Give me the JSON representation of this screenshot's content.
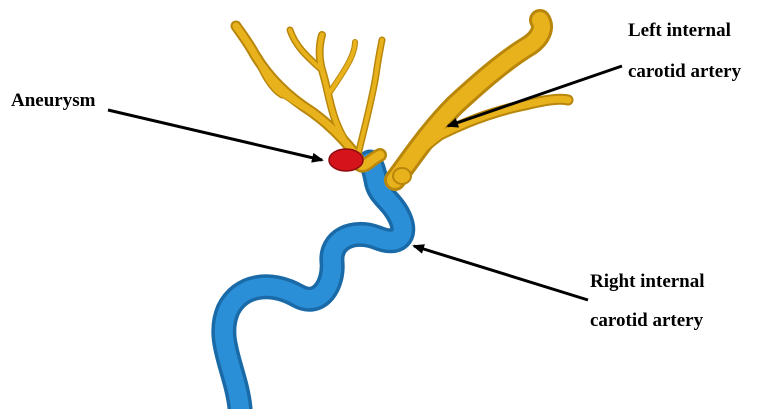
{
  "labels": {
    "aneurysm": "Aneurysm",
    "left_ica_line1": "Left internal",
    "left_ica_line2": "carotid artery",
    "right_ica_line1": "Right internal",
    "right_ica_line2": "carotid artery"
  },
  "colors": {
    "left_vessels": "#e8b21c",
    "left_vessels_shade": "#b8860b",
    "right_vessel": "#2a8fd6",
    "right_vessel_shade": "#1a6aa8",
    "aneurysm": "#d4141a",
    "text": "#000000",
    "background": "#ffffff"
  }
}
